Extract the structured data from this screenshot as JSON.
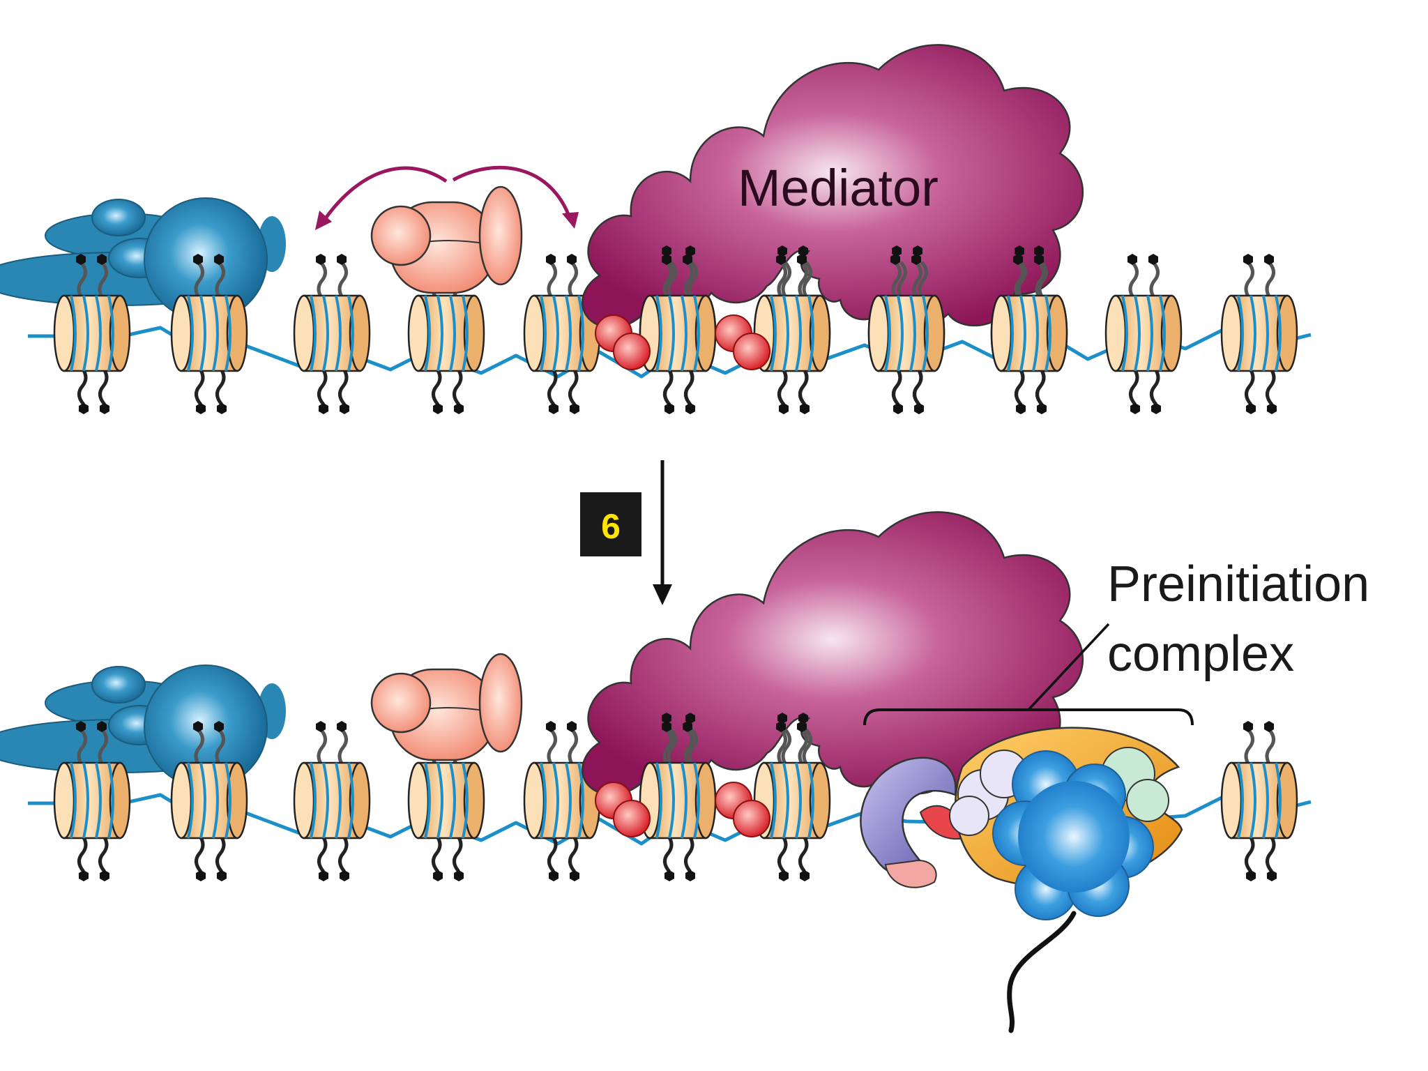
{
  "labels": {
    "mediator": "Mediator",
    "preinitiation_line1": "Preinitiation",
    "preinitiation_line2": "complex",
    "step_number": "6"
  },
  "colors": {
    "dna": "#1c8fc9",
    "nucleosome": "#f4c27e",
    "mediator": "#a3326f",
    "remodeler": "#f5a08a",
    "coactivator": "#2a87b3",
    "activator": "#e8464b",
    "step_box": "#1a1a1a",
    "step_text": "#ffe400"
  },
  "icons": {
    "arrow": "down-arrow-icon",
    "histone_tail": "histone-tail-icon"
  }
}
